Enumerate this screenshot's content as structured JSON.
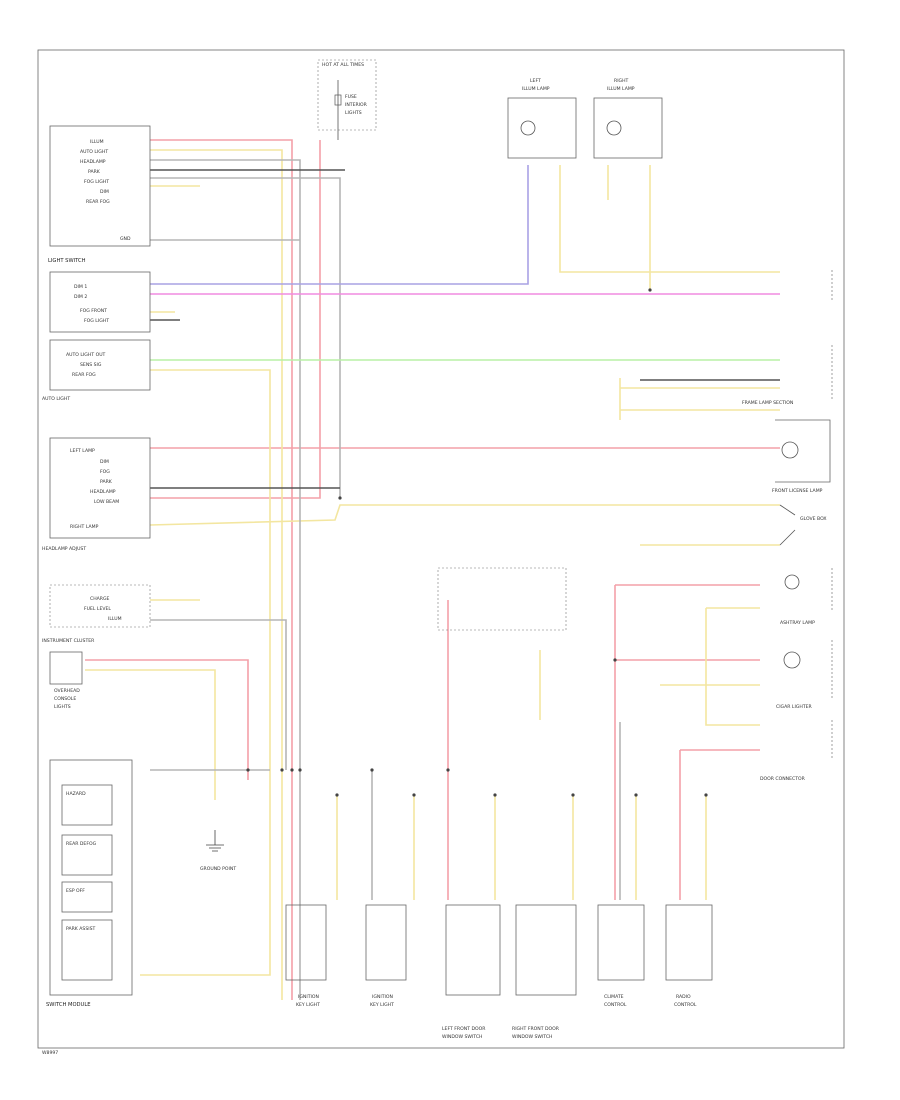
{
  "footer": {
    "code": "W8997"
  },
  "colors": {
    "red": "#f4a0a8",
    "yellow": "#f3e6a0",
    "gray": "#b5b5b5",
    "green": "#b8f0a6",
    "purple": "#a9a2e4",
    "pink": "#f08ce0",
    "black": "#555555"
  },
  "components": {
    "fuse_block": {
      "title": "HOT AT ALL TIMES",
      "lines": [
        "FUSE",
        "INTERIOR",
        "LIGHTS"
      ]
    },
    "left_lamp": {
      "title": "LEFT",
      "sub": "ILLUM LAMP"
    },
    "right_lamp": {
      "title": "RIGHT",
      "sub": "ILLUM LAMP"
    },
    "light_switch": {
      "title": "LIGHT SWITCH",
      "pins": [
        "ILLUM",
        "AUTO LIGHT",
        "HEADLAMP",
        "PARK",
        "FOG LIGHT",
        "DIM",
        "REAR FOG",
        "GND"
      ]
    },
    "dimmer": {
      "title": "DIMMER",
      "pins": [
        "DIM 1",
        "DIM 2",
        "FOG FRONT",
        "FOG LIGHT"
      ]
    },
    "auto_light": {
      "title": "AUTO LIGHT",
      "pins": [
        "AUTO LIGHT OUT",
        "SENS SIG",
        "REAR FOG"
      ]
    },
    "headlamp_adj": {
      "title": "HEADLAMP ADJUST",
      "pins": [
        "LEFT LAMP",
        "DIM",
        "FOG",
        "PARK",
        "HEADLAMP",
        "LOW BEAM",
        "RIGHT LAMP"
      ]
    },
    "instrument_cluster": {
      "title": "INSTRUMENT CLUSTER",
      "pins": [
        "CHARGE",
        "FUEL LEVEL",
        "ILLUM"
      ]
    },
    "overhead": {
      "title": "OVERHEAD",
      "lines": [
        "CONSOLE",
        "LIGHTS"
      ]
    },
    "switch_module": {
      "title": "SWITCH MODULE",
      "items": [
        "HAZARD",
        "REAR DEFOG",
        "ESP OFF",
        "PARK ASSIST"
      ]
    },
    "ground_point": {
      "label": "GROUND POINT"
    },
    "illum_lamps": [
      {
        "name": "IGNITION",
        "sub": "KEY LIGHT"
      },
      {
        "name": "IGNITION",
        "sub": "KEY LIGHT"
      },
      {
        "name": "LEFT FRONT DOOR",
        "sub": "WINDOW SWITCH"
      },
      {
        "name": "RIGHT FRONT DOOR",
        "sub": "WINDOW SWITCH"
      },
      {
        "name": "CLIMATE",
        "sub": "CONTROL"
      },
      {
        "name": "RADIO",
        "sub": "CONTROL"
      }
    ],
    "right_side": {
      "frame": "FRAME LAMP SECTION",
      "license": "FRONT LICENSE LAMP",
      "glove": "GLOVE BOX",
      "ashtray": "ASHTRAY LAMP",
      "cigar": "CIGAR LIGHTER",
      "door_connector": "DOOR CONNECTOR"
    }
  }
}
